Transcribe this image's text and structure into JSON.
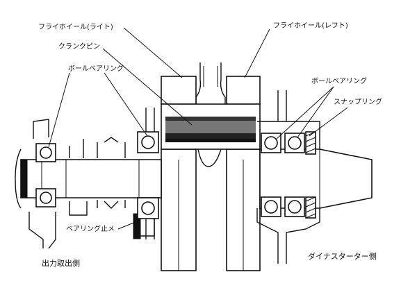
{
  "labels": {
    "flywheel_right": "フライホイール(ライト)",
    "flywheel_left": "フライホイール(レフト)",
    "crank_pin": "クランクピン",
    "ball_bearing_left": "ボールベアリング",
    "ball_bearing_right": "ボールベアリング",
    "snap_ring": "スナップリング",
    "bearing_stopper": "ベアリング止メ",
    "output_side": "出力取出側",
    "dynastarter_side": "ダイナスターター側"
  }
}
